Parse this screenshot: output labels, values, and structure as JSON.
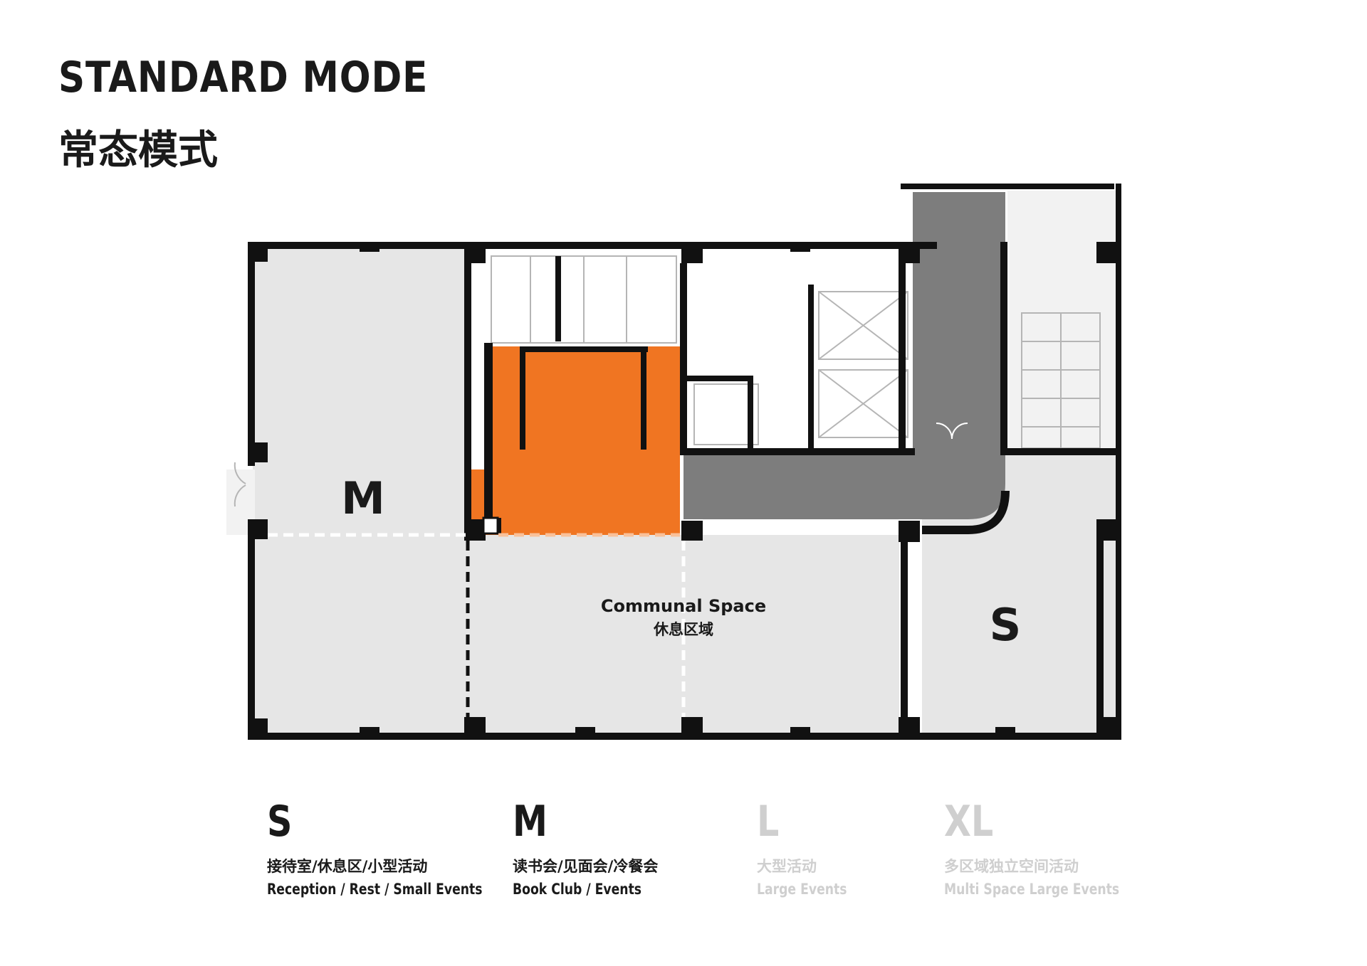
{
  "header": {
    "title": "STANDARD MODE",
    "subtitle": "常态模式"
  },
  "plan": {
    "zone_m_label": "M",
    "zone_s_label": "S",
    "communal_label_en": "Communal Space",
    "communal_label_cn": "休息区域",
    "colors": {
      "wall": "#111111",
      "zone_fill": "#e6e6e6",
      "highlight": "#f07522",
      "corridor": "#7d7d7d",
      "room_line": "#b5b5b5"
    }
  },
  "legend": [
    {
      "code": "S",
      "cn": "接待室/休息区/小型活动",
      "en": "Reception / Rest / Small Events",
      "state": "active"
    },
    {
      "code": "M",
      "cn": "读书会/见面会/冷餐会",
      "en": "Book Club / Events",
      "state": "active"
    },
    {
      "code": "L",
      "cn": "大型活动",
      "en": "Large Events",
      "state": "inactive"
    },
    {
      "code": "XL",
      "cn": "多区域独立空间活动",
      "en": "Multi Space Large Events",
      "state": "inactive"
    }
  ]
}
